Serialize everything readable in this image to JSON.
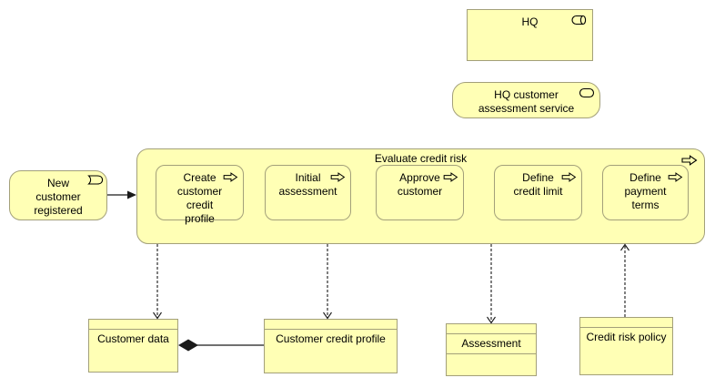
{
  "diagram_type": "archimate-business-process-view",
  "colors": {
    "node_fill": "#ffffb5",
    "node_border": "#a3a07a",
    "connector": "#3a3a3a",
    "background": "#ffffff"
  },
  "nodes": {
    "hq": {
      "label": "HQ",
      "type": "business-role",
      "icon": "role-icon"
    },
    "service": {
      "label": "HQ customer assessment service",
      "type": "business-service",
      "icon": "service-icon"
    },
    "container": {
      "label": "Evaluate credit risk",
      "type": "business-process",
      "icon": "process-icon"
    },
    "processes": [
      {
        "label": "Create customer credit profile",
        "type": "business-process",
        "icon": "process-icon"
      },
      {
        "label": "Initial assessment",
        "type": "business-process",
        "icon": "process-icon"
      },
      {
        "label": "Approve customer",
        "type": "business-process",
        "icon": "process-icon"
      },
      {
        "label": "Define credit limit",
        "type": "business-process",
        "icon": "process-icon"
      },
      {
        "label": "Define payment terms",
        "type": "business-process",
        "icon": "process-icon"
      }
    ],
    "event": {
      "label": "New customer registered",
      "type": "business-event",
      "icon": "event-icon"
    },
    "objects": [
      {
        "label": "Customer data",
        "type": "business-object"
      },
      {
        "label": "Customer credit profile",
        "type": "business-object"
      },
      {
        "label": "Assessment",
        "type": "business-object"
      },
      {
        "label": "Credit risk policy",
        "type": "business-object"
      }
    ]
  },
  "relationships": [
    {
      "type": "triggering",
      "from": "New customer registered",
      "to": "Evaluate credit risk",
      "style": "solid-arrow"
    },
    {
      "type": "access",
      "from": "Create customer credit profile",
      "to": "Customer data",
      "style": "dashed-open-arrow-down"
    },
    {
      "type": "access",
      "from": "Initial assessment",
      "to": "Customer credit profile",
      "style": "dashed-open-arrow-down"
    },
    {
      "type": "access",
      "from": "Approve customer",
      "to": "Assessment",
      "style": "dashed-open-arrow-down"
    },
    {
      "type": "access",
      "from": "Credit risk policy",
      "to": "Define payment terms",
      "style": "dashed-open-arrow-up"
    },
    {
      "type": "composition",
      "from": "Customer data",
      "to": "Customer credit profile",
      "style": "solid-filled-diamond"
    }
  ]
}
